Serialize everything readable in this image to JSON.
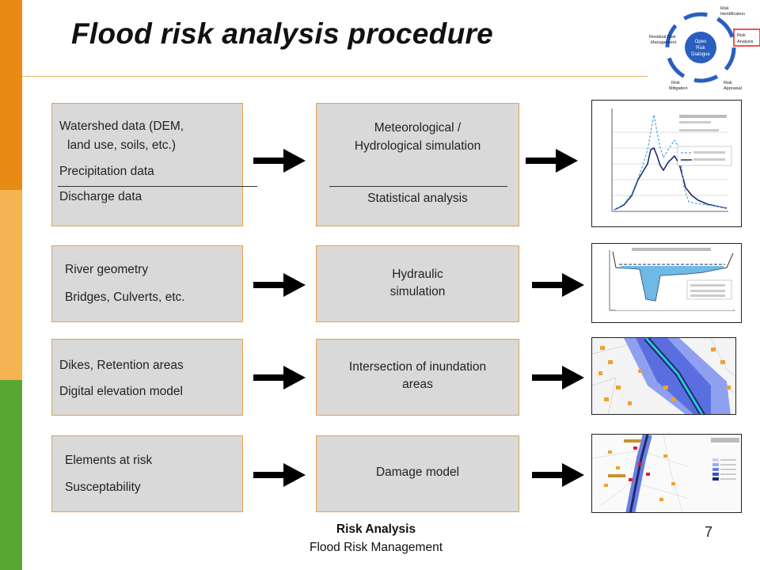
{
  "title": "Flood risk analysis procedure",
  "cycle": {
    "center": [
      "Open",
      "Risk",
      "Dialogue"
    ],
    "identification": [
      "Risk",
      "Identification"
    ],
    "analysis": [
      "Risk",
      "Analysis"
    ],
    "appraisal": [
      "Risk",
      "Appraisal"
    ],
    "mitigation": [
      "Risk",
      "Mitigation"
    ],
    "residual": [
      "Residual Risk",
      "Management"
    ]
  },
  "rows": [
    {
      "input_lines": [
        "Watershed data (DEM,",
        "land use, soils, etc.)",
        "Precipitation data",
        "Discharge data"
      ],
      "process_lines": [
        "Meteorological /",
        "Hydrological simulation",
        "Statistical analysis"
      ]
    },
    {
      "input_lines": [
        "River geometry",
        "Bridges, Culverts, etc."
      ],
      "process_lines": [
        "Hydraulic",
        "simulation"
      ]
    },
    {
      "input_lines": [
        "Dikes, Retention areas",
        "Digital elevation model"
      ],
      "process_lines": [
        "Intersection of inundation",
        "areas"
      ]
    },
    {
      "input_lines": [
        "Elements at risk",
        "Susceptability"
      ],
      "process_lines": [
        "Damage model"
      ]
    }
  ],
  "footer": {
    "line1": "Risk Analysis",
    "line2": "Flood Risk Management",
    "page": "7"
  }
}
